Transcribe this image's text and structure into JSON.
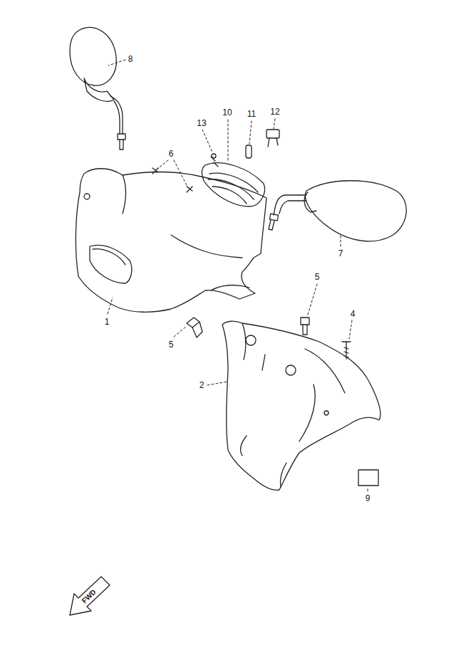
{
  "diagram": {
    "labels": [
      "8",
      "13",
      "10",
      "11",
      "12",
      "6",
      "7",
      "1",
      "5",
      "5",
      "4",
      "2",
      "9",
      "FWD"
    ]
  }
}
